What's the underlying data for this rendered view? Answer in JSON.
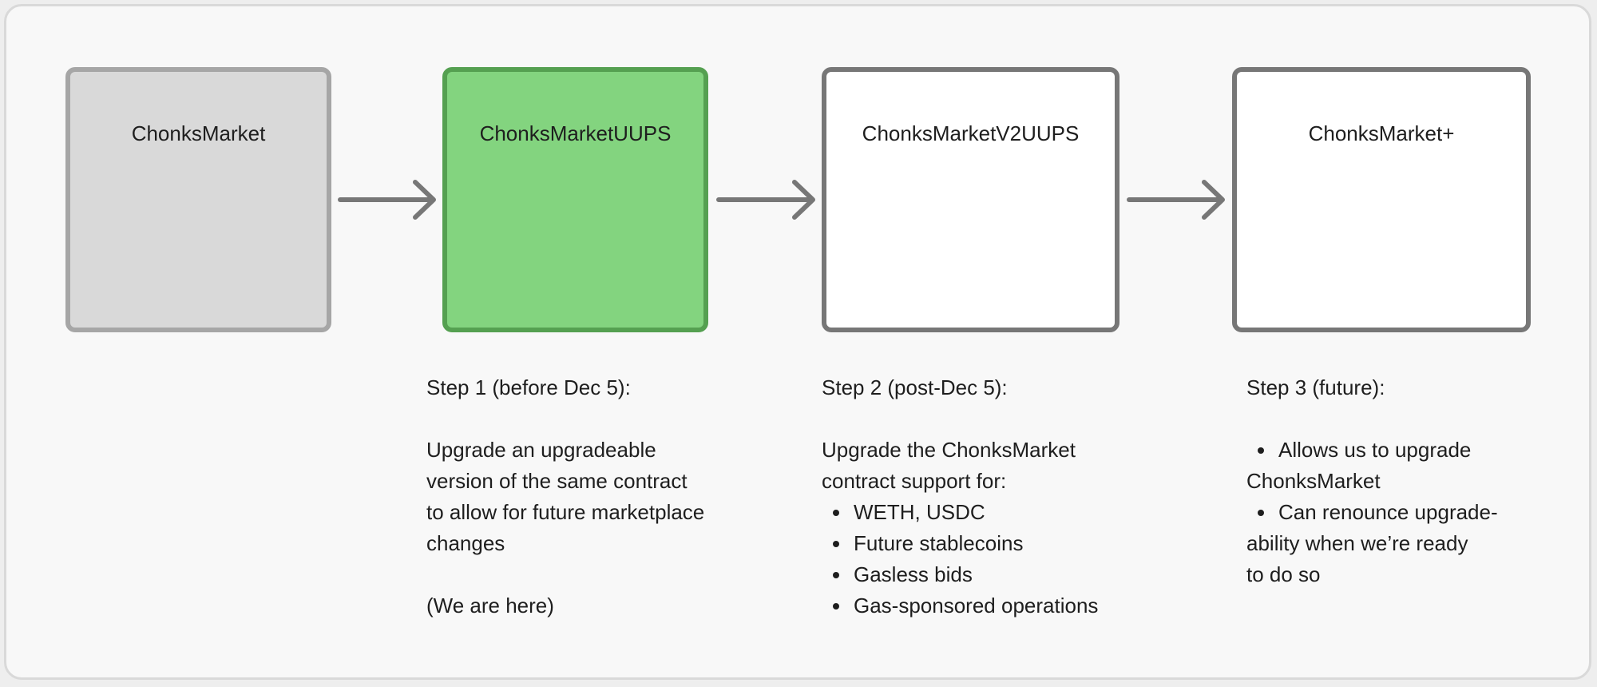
{
  "nodes": {
    "chonks_market": "ChonksMarket",
    "chonks_market_uups": "ChonksMarketUUPS",
    "chonks_market_v2_uups": "ChonksMarketV2UUPS",
    "chonks_market_plus": "ChonksMarket+"
  },
  "colors": {
    "gray_fill": "#d9d9d9",
    "gray_stroke": "#a6a6a6",
    "green_fill": "#83d47f",
    "green_stroke": "#55a051",
    "white_fill": "#ffffff",
    "dark_stroke": "#777777"
  },
  "step1": {
    "heading": "Step 1 (before Dec 5):",
    "body_lines": [
      "Upgrade an upgradeable",
      "version of the same contract",
      "to allow for future marketplace",
      "changes"
    ],
    "note": "(We are here)"
  },
  "step2": {
    "heading": "Step 2 (post-Dec 5):",
    "body_lines": [
      "Upgrade the ChonksMarket",
      "contract support for:"
    ],
    "bullets": [
      "WETH, USDC",
      "Future stablecoins",
      "Gasless bids",
      "Gas-sponsored operations"
    ]
  },
  "step3": {
    "heading": "Step 3 (future):",
    "bullet1": "Allows us to upgrade",
    "bullet1_cont": "ChonksMarket",
    "bullet2": "Can renounce upgrade-",
    "bullet2_cont": [
      "ability when we’re ready",
      "to do so"
    ]
  }
}
